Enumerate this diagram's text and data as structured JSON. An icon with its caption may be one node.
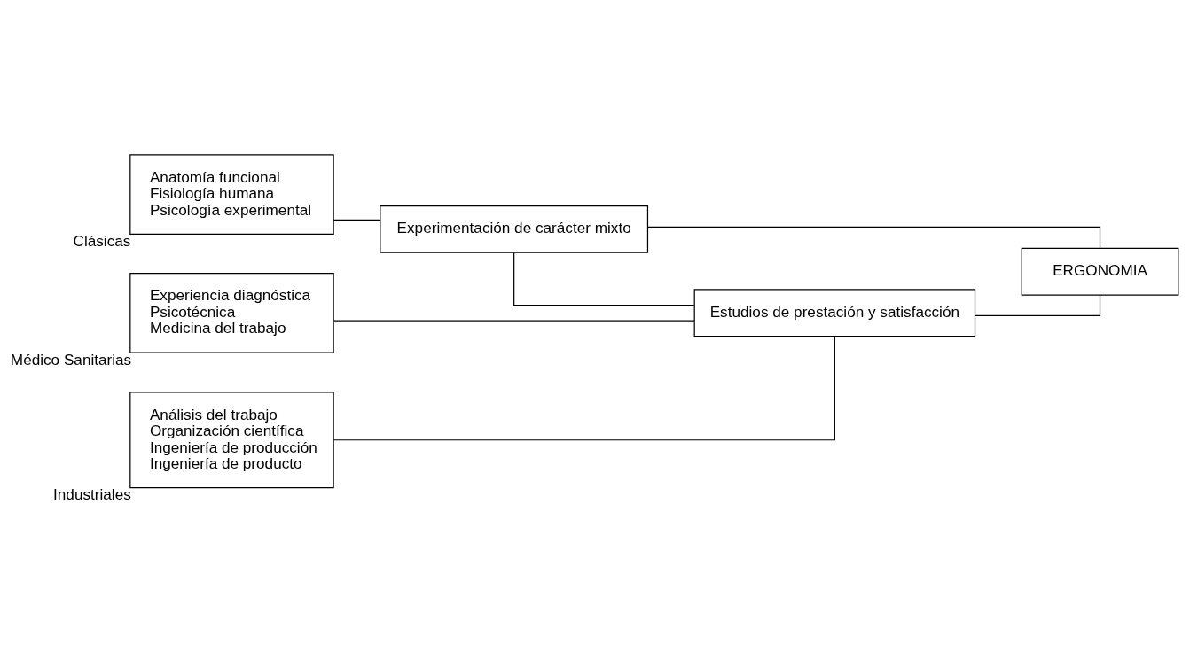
{
  "diagram": {
    "nodes": [
      {
        "text": [
          "Anatomía funcional",
          "Fisiología humana",
          "Psicología experimental"
        ],
        "beside": [
          "Clásicas"
        ]
      },
      {
        "text": [
          "Experimentación de carácter mixto"
        ]
      },
      {
        "text": [
          "ERGONOMIA"
        ]
      },
      {
        "text": [
          "Experiencia diagnóstica",
          "Psicotécnica",
          "Medicina del trabajo"
        ],
        "beside": [
          "Médico Sanitarias"
        ]
      },
      {
        "text": [
          "Estudios de prestación y satisfacción"
        ]
      },
      {
        "text": [
          "Análisis del trabajo",
          "Organización científica",
          "Ingeniería de producción",
          "Ingeniería de producto"
        ],
        "beside": [
          "Industriales"
        ]
      }
    ],
    "edges": [
      {
        "from": 0,
        "to": 1,
        "arrow": "none"
      },
      {
        "from": 1,
        "to": 4,
        "arrow": "none"
      },
      {
        "from": 1,
        "to": 2,
        "arrow": "none"
      },
      {
        "from": 3,
        "to": 4,
        "arrow": "none"
      },
      {
        "from": 4,
        "to": 2,
        "arrow": "none"
      },
      {
        "from": 5,
        "to": 4,
        "arrow": "none"
      }
    ]
  }
}
